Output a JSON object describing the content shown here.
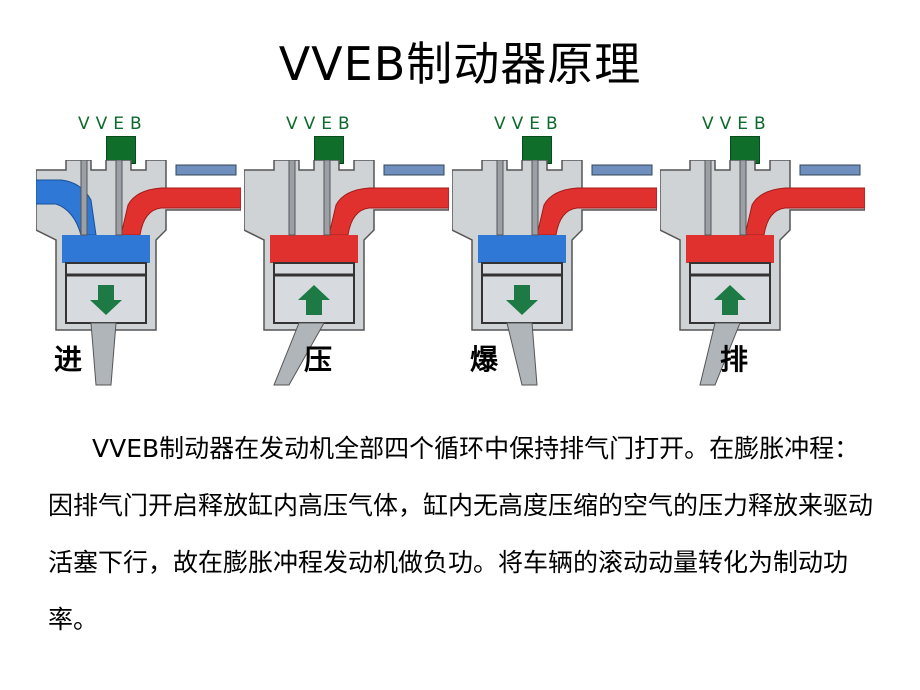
{
  "title": "VVEB制动器原理",
  "vveb_label": "VVEB",
  "panels": [
    {
      "stroke": "进",
      "chamber": "blue",
      "piston": "down",
      "exhaust": "closed"
    },
    {
      "stroke": "压",
      "chamber": "red",
      "piston": "up",
      "exhaust": "open"
    },
    {
      "stroke": "爆",
      "chamber": "blue",
      "piston": "down",
      "exhaust": "open"
    },
    {
      "stroke": "排",
      "chamber": "red",
      "piston": "up",
      "exhaust": "open"
    }
  ],
  "paragraph": "VVEB制动器在发动机全部四个循环中保持排气门打开。在膨胀冲程：因排气门开启释放缸内高压气体，缸内无高度压缩的空气的压力释放来驱动活塞下行，故在膨胀冲程发动机做负功。将车辆的滚动动量转化为制动功率。",
  "colors": {
    "intake": "#2f78d6",
    "exhaust": "#e0312f",
    "valve_box": "#0f6f2a",
    "engine_gray": "#cfd3d6"
  }
}
